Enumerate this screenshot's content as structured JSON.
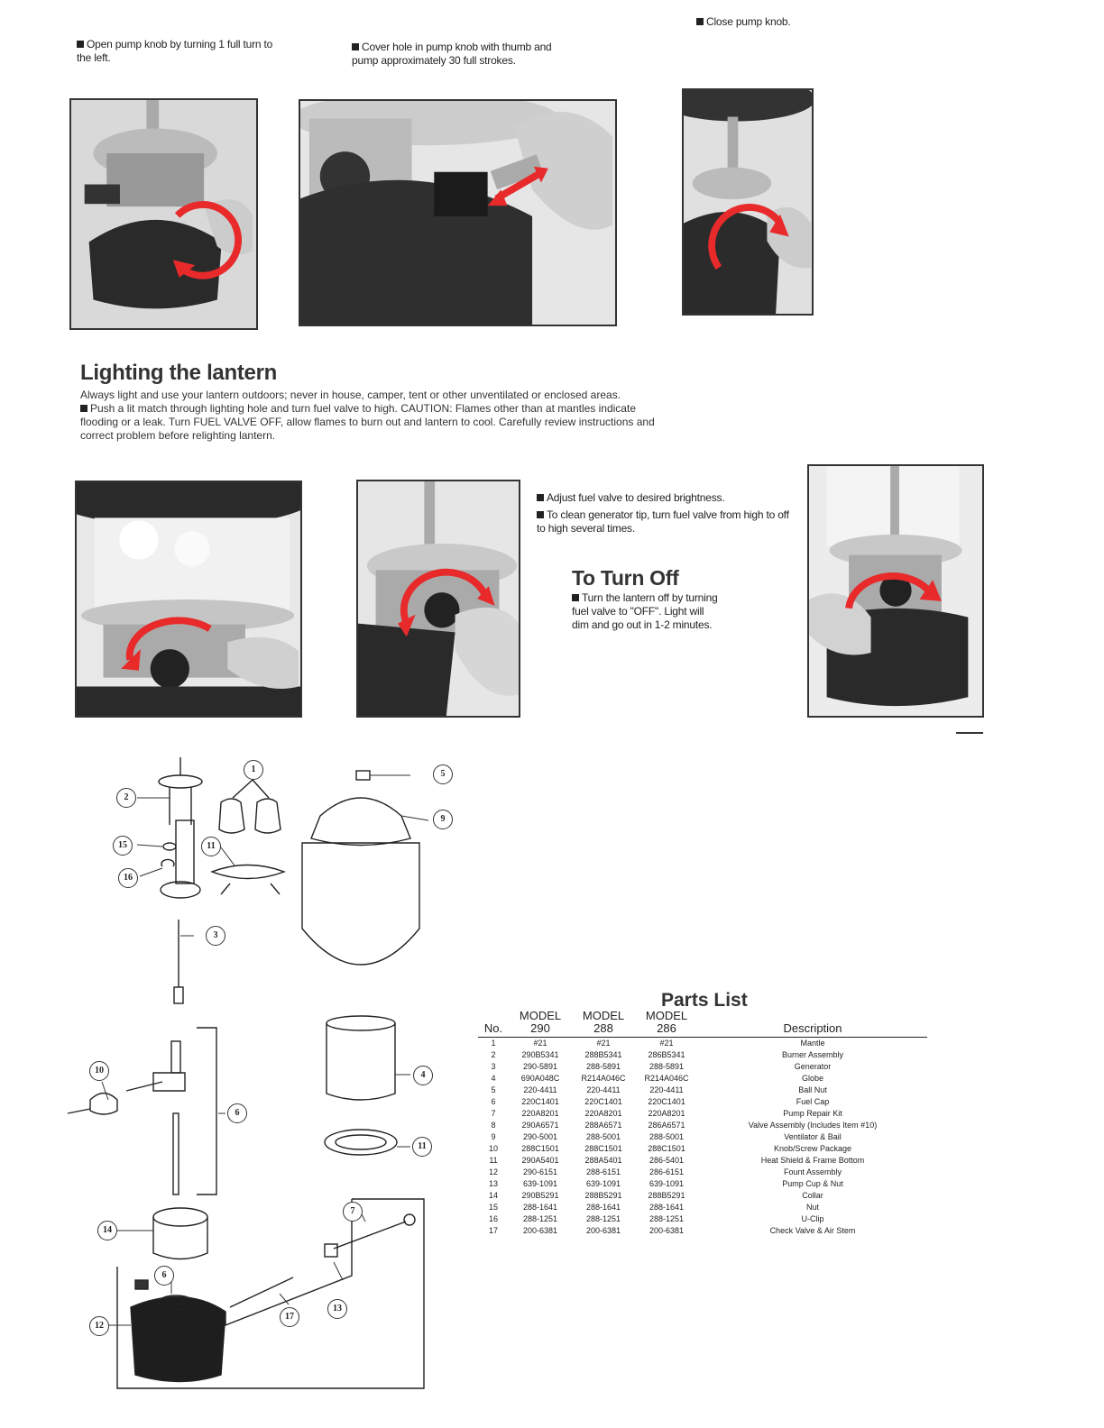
{
  "steps_top": [
    "Open pump knob by turning 1 full turn to the left.",
    "Cover hole in pump knob with thumb and pump approximately 30 full strokes.",
    "Close pump knob."
  ],
  "lighting": {
    "title": "Lighting the lantern",
    "intro": "Always light and use your lantern outdoors; never in house, camper, tent or other unventilated or enclosed areas.",
    "step": "Push a lit match through lighting hole and turn fuel valve to high. CAUTION: Flames other than at mantles indicate flooding or a leak. Turn FUEL VALVE OFF, allow flames to burn out and lantern to cool. Carefully review instructions and correct problem before relighting lantern."
  },
  "adjust": {
    "step1": "Adjust fuel valve to desired brightness.",
    "step2": "To clean generator tip, turn fuel valve from high to off to high several times."
  },
  "turn_off": {
    "title": "To Turn Off",
    "text": "Turn the lantern off by turning fuel valve to \"OFF\". Light will dim and go out in 1-2 minutes."
  },
  "diagram_callouts": [
    "1",
    "2",
    "3",
    "4",
    "5",
    "6",
    "6",
    "7",
    "9",
    "10",
    "11",
    "11",
    "12",
    "13",
    "14",
    "15",
    "16",
    "17"
  ],
  "parts_list": {
    "title": "Parts List",
    "headers": {
      "no": "No.",
      "m1": "MODEL 290",
      "m2": "MODEL 288",
      "m3": "MODEL 286",
      "desc": "Description"
    },
    "rows": [
      [
        "1",
        "#21",
        "#21",
        "#21",
        "Mantle"
      ],
      [
        "2",
        "290B5341",
        "288B5341",
        "286B5341",
        "Burner Assembly"
      ],
      [
        "3",
        "290-5891",
        "288-5891",
        "288-5891",
        "Generator"
      ],
      [
        "4",
        "690A048C",
        "R214A046C",
        "R214A046C",
        "Globe"
      ],
      [
        "5",
        "220-4411",
        "220-4411",
        "220-4411",
        "Ball Nut"
      ],
      [
        "6",
        "220C1401",
        "220C1401",
        "220C1401",
        "Fuel Cap"
      ],
      [
        "7",
        "220A8201",
        "220A8201",
        "220A8201",
        "Pump Repair Kit"
      ],
      [
        "8",
        "290A6571",
        "288A6571",
        "286A6571",
        "Valve Assembly (Includes Item #10)"
      ],
      [
        "9",
        "290-5001",
        "288-5001",
        "288-5001",
        "Ventilator & Bail"
      ],
      [
        "10",
        "288C1501",
        "288C1501",
        "288C1501",
        "Knob/Screw Package"
      ],
      [
        "11",
        "290A5401",
        "288A5401",
        "286-5401",
        "Heat Shield & Frame Bottom"
      ],
      [
        "12",
        "290-6151",
        "288-6151",
        "286-6151",
        "Fount Assembly"
      ],
      [
        "13",
        "639-1091",
        "639-1091",
        "639-1091",
        "Pump Cup & Nut"
      ],
      [
        "14",
        "290B5291",
        "288B5291",
        "288B5291",
        "Collar"
      ],
      [
        "15",
        "288-1641",
        "288-1641",
        "288-1641",
        "Nut"
      ],
      [
        "16",
        "288-1251",
        "288-1251",
        "288-1251",
        "U-Clip"
      ],
      [
        "17",
        "200-6381",
        "200-6381",
        "200-6381",
        "Check Valve & Air Stem"
      ]
    ]
  }
}
